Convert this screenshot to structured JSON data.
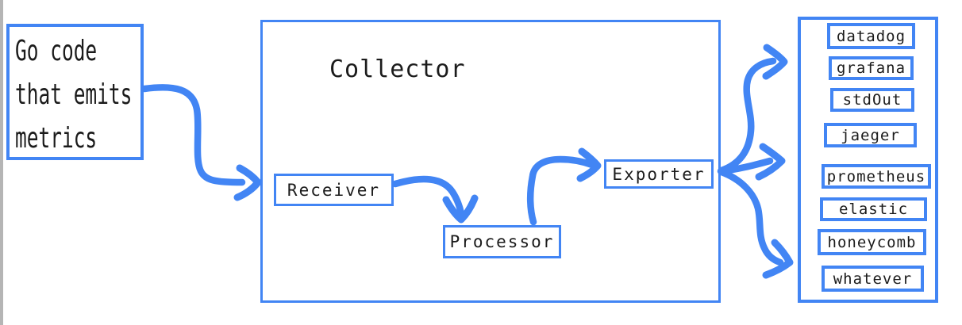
{
  "colors": {
    "accent": "#4285f4",
    "text": "#1b1b1b",
    "rail": "#b5b5b5",
    "background": "#ffffff"
  },
  "source": {
    "lines": [
      "Go code",
      "that emits",
      "metrics"
    ]
  },
  "collector": {
    "title": "Collector",
    "stages": [
      {
        "label": "Receiver"
      },
      {
        "label": "Processor"
      },
      {
        "label": "Exporter"
      }
    ]
  },
  "sinks": {
    "items": [
      {
        "label": "datadog"
      },
      {
        "label": "grafana"
      },
      {
        "label": "stdOut"
      },
      {
        "label": "jaeger"
      },
      {
        "label": "prometheus"
      },
      {
        "label": "elastic"
      },
      {
        "label": "honeycomb"
      },
      {
        "label": "whatever"
      }
    ]
  },
  "connectors": [
    {
      "name": "source-to-collector"
    },
    {
      "name": "receiver-to-processor"
    },
    {
      "name": "processor-to-exporter"
    },
    {
      "name": "exporter-to-sinks-top"
    },
    {
      "name": "exporter-to-sinks-middle"
    },
    {
      "name": "exporter-to-sinks-bottom"
    }
  ]
}
